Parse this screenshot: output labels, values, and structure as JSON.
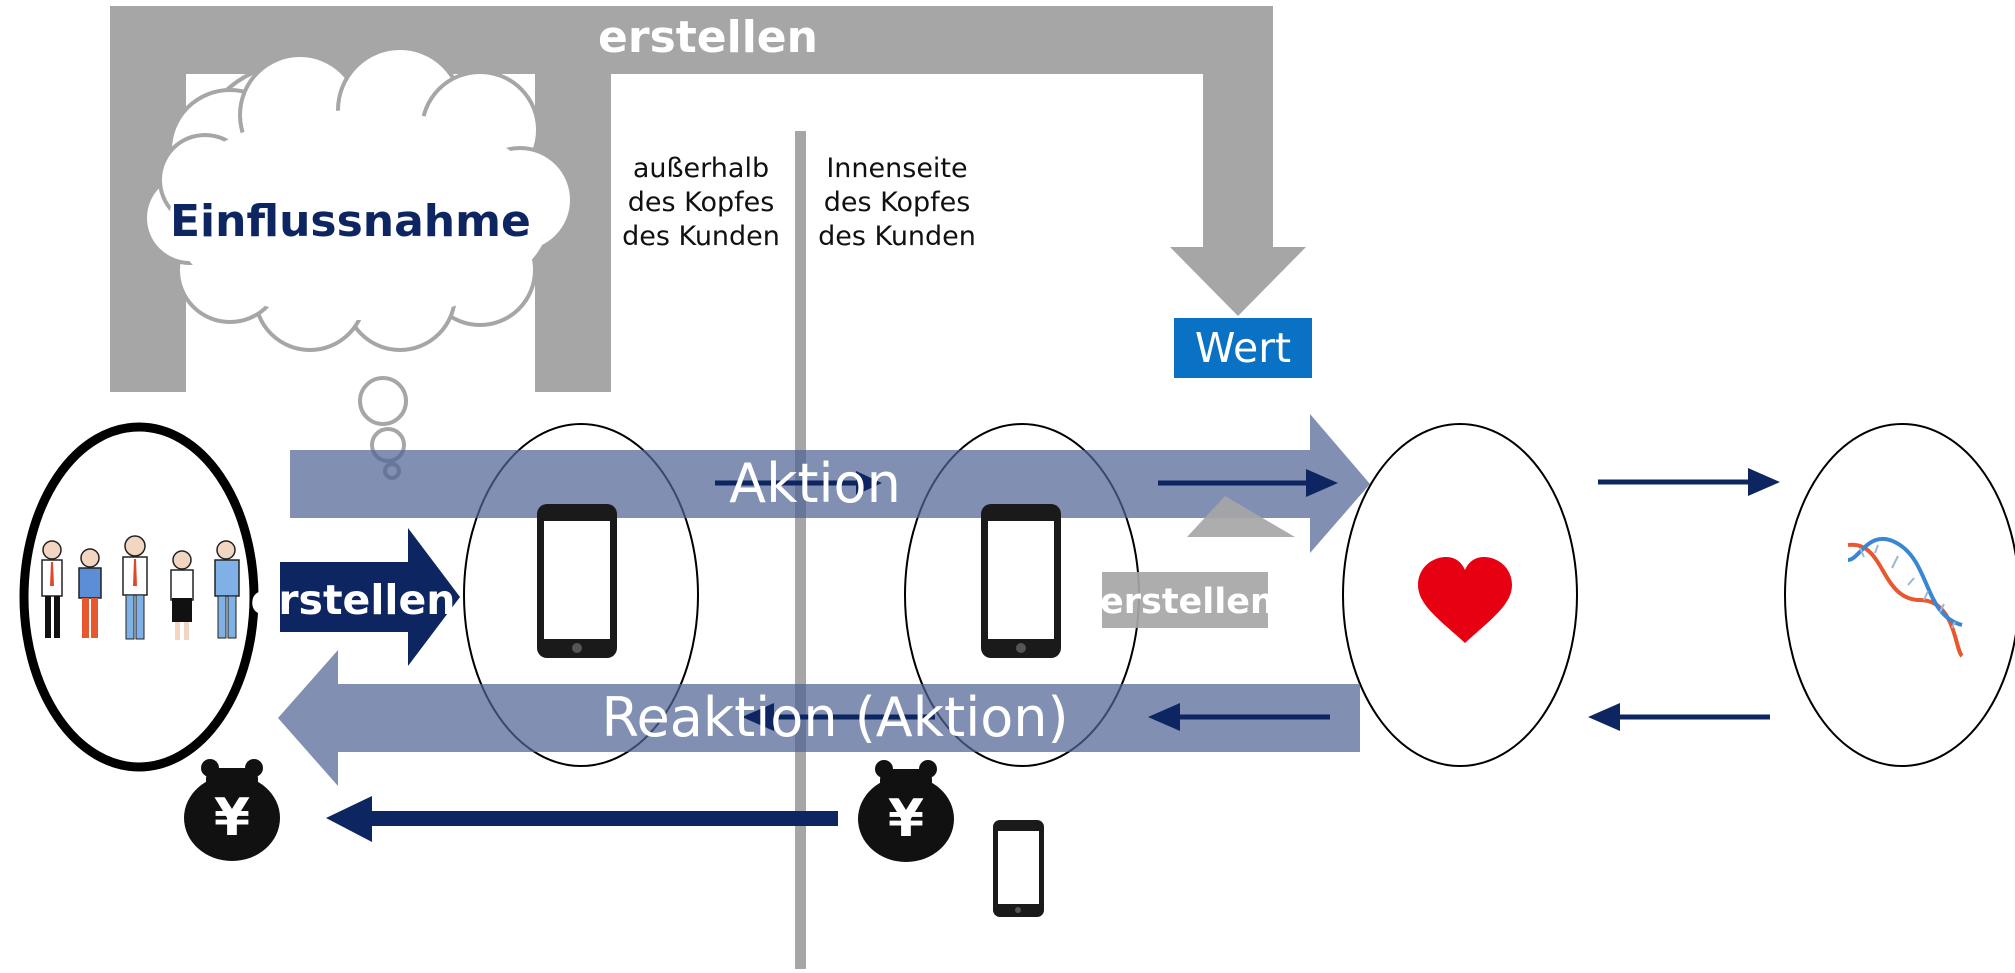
{
  "labels": {
    "top_create": "erstellen",
    "thought": "Einflussnahme",
    "outside_head": "außerhalb des Kopfes des Kunden",
    "inside_head": "Innenseite des Kopfes des Kunden",
    "value": "Wert",
    "action": "Aktion",
    "reaction": "Reaktion (Aktion)",
    "create_left": "erstellen",
    "create_right": "erstellen",
    "yen_symbol": "¥"
  },
  "icons": {
    "team": "business-people-group-icon",
    "phone": "smartphone-icon",
    "heart": "heart-icon",
    "dna": "dna-icon",
    "money_bag": "yen-money-bag-icon"
  },
  "colors": {
    "gray_band": "#a6a6a6",
    "blue_band": "#7f8fb0",
    "navy": "#0d2561",
    "wert_box": "#0a72c4",
    "heart": "#e60012"
  }
}
